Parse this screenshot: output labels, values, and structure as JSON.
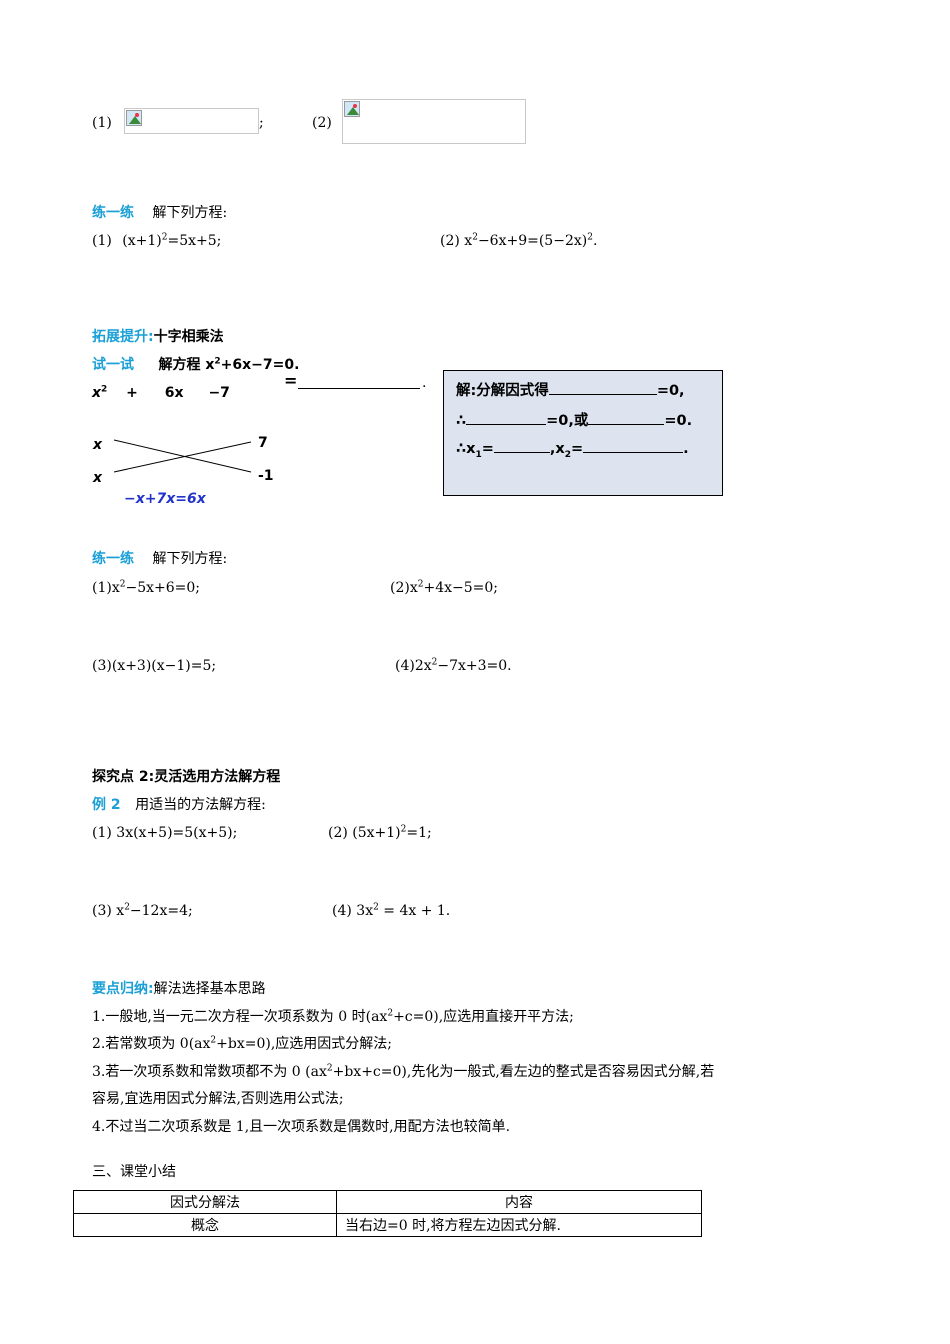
{
  "top_row": {
    "item1_label": "(1)",
    "separator": ";",
    "item2_label": "(2)"
  },
  "practice1": {
    "heading": "练一练",
    "instruction": "解下列方程:",
    "q1_label": "(1)",
    "q1_eq_pre": "(x+1)",
    "q1_exp": "2",
    "q1_eq_post": "=5x+5;",
    "q2_label": "(2)",
    "q2_a": "x",
    "q2_exp1": "2",
    "q2_b": "−6x+9=(5−2x)",
    "q2_exp2": "2",
    "q2_c": "."
  },
  "extension": {
    "heading": "拓展提升:",
    "title": "十字相乘法",
    "try_heading": "试一试",
    "try_text_pre": "解方程 x",
    "try_exp": "2",
    "try_text_post": "+6x−7=0.",
    "equals_sign": "=",
    "blank_end": ".",
    "terms_x": "x",
    "terms_exp": "2",
    "terms_plus": "+",
    "terms_6x": "6x",
    "terms_minus7": "−7",
    "cross_left_top": "x",
    "cross_left_bottom": "x",
    "cross_right_top": "7",
    "cross_right_bottom": "-1",
    "cross_result": "−x+7x=6x"
  },
  "solution_box": {
    "line1_pre": "解:分解因式得",
    "line1_post": "=0,",
    "line2_pre": "∴",
    "line2_mid": "=0,或",
    "line2_post": "=0.",
    "line3_pre": "∴x",
    "line3_sub1": "1",
    "line3_eq": "=",
    "line3_comma": ",x",
    "line3_sub2": "2",
    "line3_eq2": "=",
    "line3_end": "."
  },
  "practice2": {
    "heading": "练一练",
    "instruction": "解下列方程:",
    "q1": "(1)x",
    "q1_exp": "2",
    "q1_post": "−5x+6=0;",
    "q2": "(2)x",
    "q2_exp": "2",
    "q2_post": "+4x−5=0;",
    "q3": "(3)(x+3)(x−1)=5;",
    "q4": "(4)2x",
    "q4_exp": "2",
    "q4_post": "−7x+3=0."
  },
  "explore2": {
    "heading": "探究点 2:灵活选用方法解方程",
    "example_label": "例 2",
    "example_text": "用适当的方法解方程:",
    "q1": "(1) 3x(x+5)=5(x+5);",
    "q2_pre": "(2) (5x+1)",
    "q2_exp": "2",
    "q2_post": "=1;",
    "q3_pre": "(3) x",
    "q3_exp": "2",
    "q3_post": "−12x=4;",
    "q4_pre": "(4) 3x",
    "q4_exp": "2",
    "q4_post": " = 4x + 1."
  },
  "key_points": {
    "heading": "要点归纳:",
    "title": "解法选择基本思路",
    "p1_pre": "1.一般地,当一元二次方程一次项系数为 0 时(ax",
    "p1_exp": "2",
    "p1_post": "+c=0),应选用直接开平方法;",
    "p2_pre": "2.若常数项为 0(ax",
    "p2_exp": "2",
    "p2_post": "+bx=0),应选用因式分解法;",
    "p3_pre": "3.若一次项系数和常数项都不为 0 (ax",
    "p3_exp": "2",
    "p3_post": "+bx+c=0),先化为一般式,看左边的整式是否容易因式分解,若",
    "p3_line2": "容易,宜选用因式分解法,否则选用公式法;",
    "p4": "4.不过当二次项系数是 1,且一次项系数是偶数时,用配方法也较简单."
  },
  "summary": {
    "heading": "三、课堂小结",
    "header_left": "因式分解法",
    "header_right": "内容",
    "row1_left": "概念",
    "row1_right": "当右边=0 时,将方程左边因式分解."
  }
}
